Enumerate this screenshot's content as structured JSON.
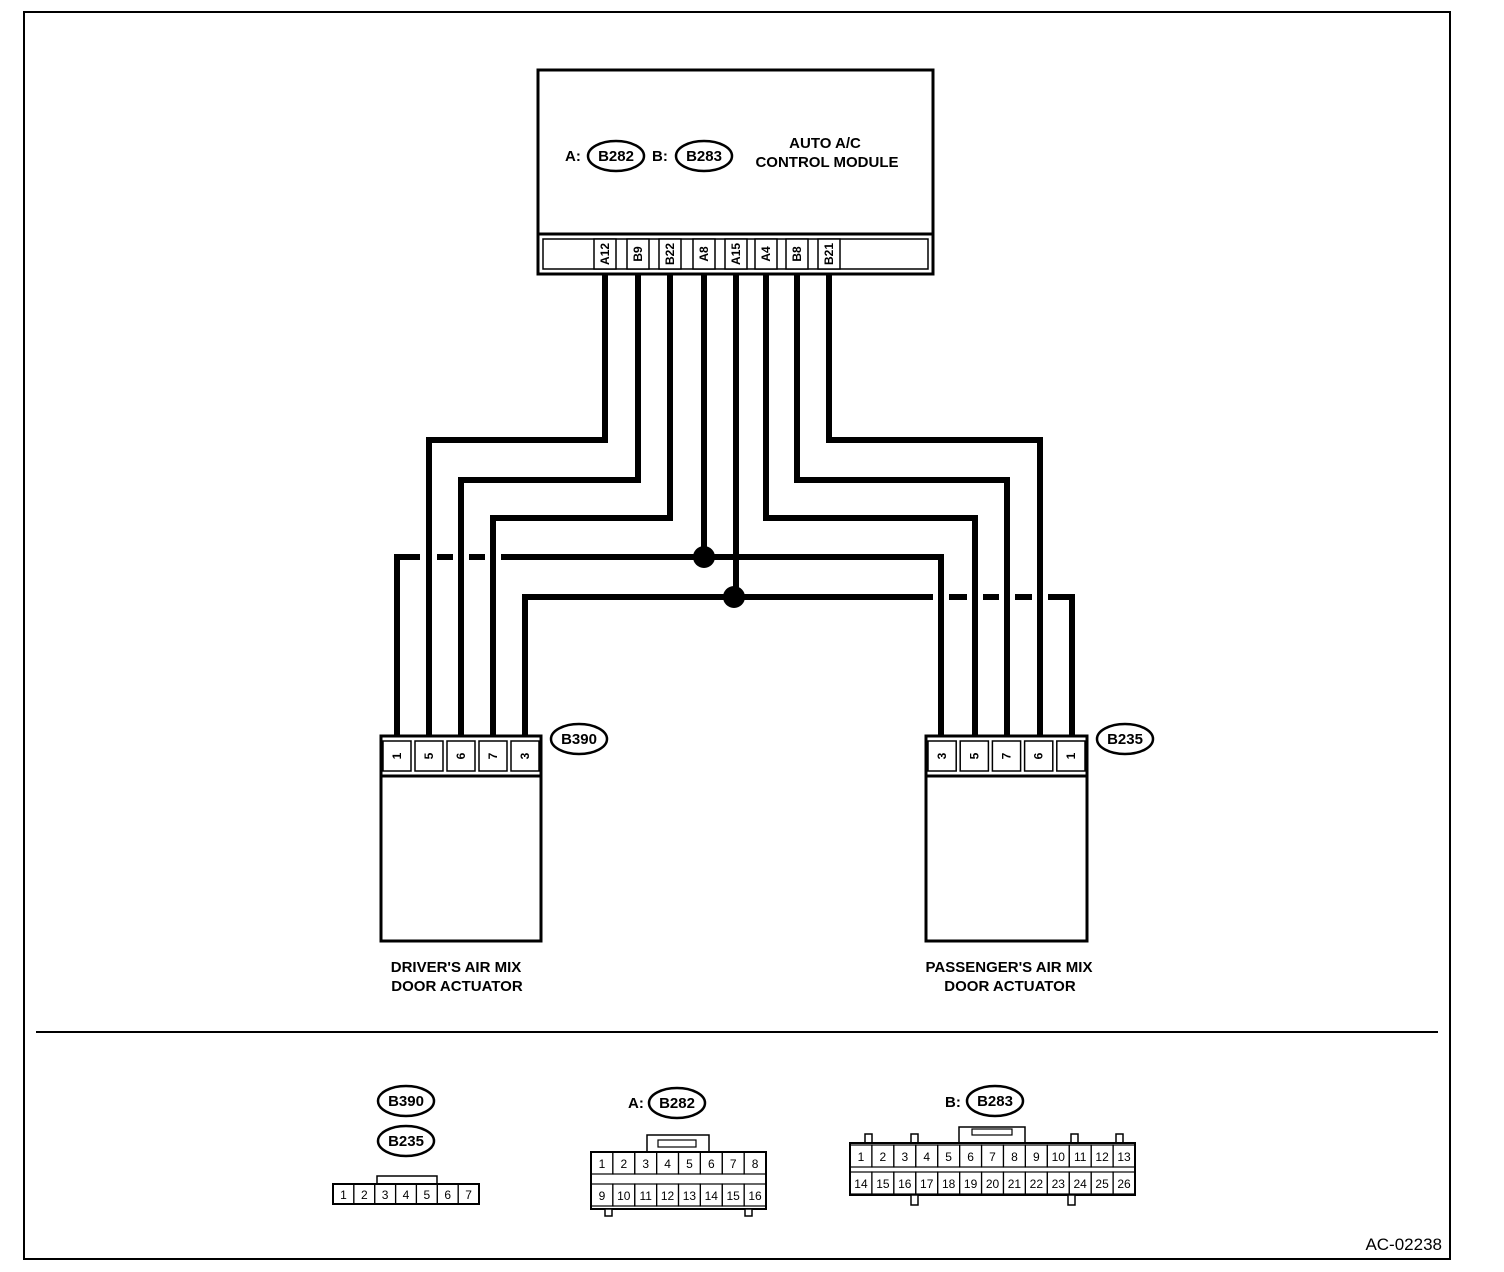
{
  "module": {
    "title_line1": "AUTO A/C",
    "title_line2": "CONTROL MODULE",
    "connector_a_prefix": "A:",
    "connector_a": "B282",
    "connector_b_prefix": "B:",
    "connector_b": "B283",
    "terminals": [
      "A12",
      "B9",
      "B22",
      "A8",
      "A15",
      "A4",
      "B8",
      "B21"
    ]
  },
  "driver_actuator": {
    "label_line1": "DRIVER'S AIR MIX",
    "label_line2": "DOOR ACTUATOR",
    "connector": "B390",
    "pins": [
      "1",
      "5",
      "6",
      "7",
      "3"
    ]
  },
  "passenger_actuator": {
    "label_line1": "PASSENGER'S AIR MIX",
    "label_line2": "DOOR ACTUATOR",
    "connector": "B235",
    "pins": [
      "3",
      "5",
      "7",
      "6",
      "1"
    ]
  },
  "legend": {
    "conn1_name_1": "B390",
    "conn1_name_2": "B235",
    "conn1_pins": [
      "1",
      "2",
      "3",
      "4",
      "5",
      "6",
      "7"
    ],
    "conn2_prefix": "A:",
    "conn2_name": "B282",
    "conn2_pins_top": [
      "1",
      "2",
      "3",
      "4",
      "5",
      "6",
      "7",
      "8"
    ],
    "conn2_pins_bottom": [
      "9",
      "10",
      "11",
      "12",
      "13",
      "14",
      "15",
      "16"
    ],
    "conn3_prefix": "B:",
    "conn3_name": "B283",
    "conn3_pins_top": [
      "1",
      "2",
      "3",
      "4",
      "5",
      "6",
      "7",
      "8",
      "9",
      "10",
      "11",
      "12",
      "13"
    ],
    "conn3_pins_bottom": [
      "14",
      "15",
      "16",
      "17",
      "18",
      "19",
      "20",
      "21",
      "22",
      "23",
      "24",
      "25",
      "26"
    ]
  },
  "figure_code": "AC-02238"
}
